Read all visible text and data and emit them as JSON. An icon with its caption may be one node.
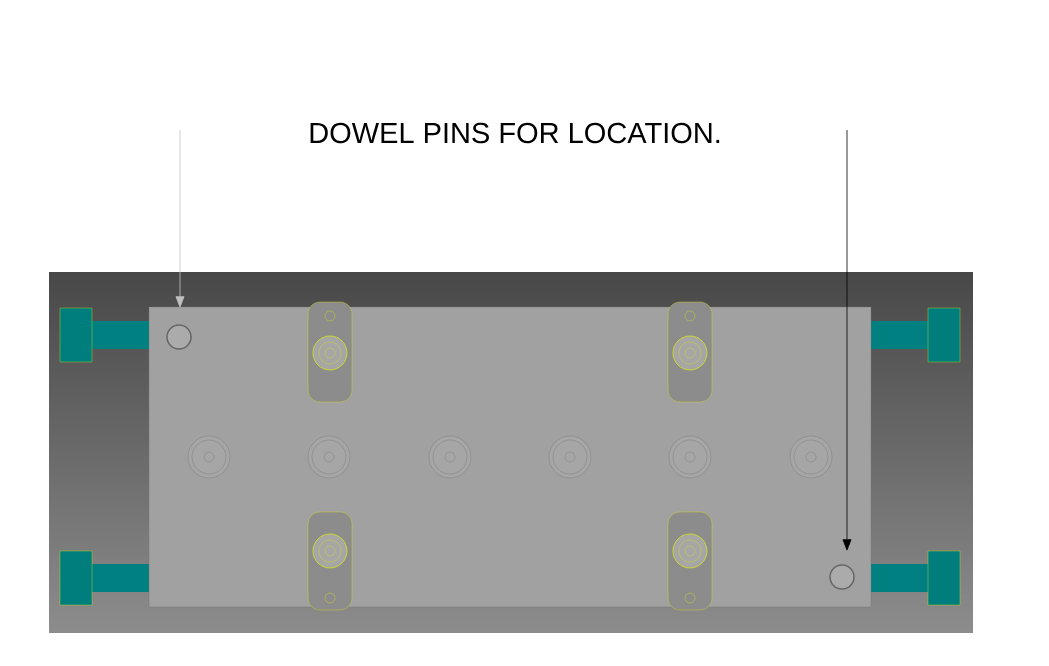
{
  "diagram": {
    "nodes": [
      {
        "text": [],
        "shape": "circle"
      },
      {
        "text": [],
        "shape": "circle"
      }
    ],
    "edges": [
      {
        "from": null,
        "to": 0,
        "arrow": "to",
        "color": "#c0c0c0"
      },
      {
        "from": null,
        "to": 1,
        "arrow": "to",
        "color": "#000000"
      }
    ],
    "labels": [
      "DOWEL PINS FOR LOCATION."
    ]
  }
}
